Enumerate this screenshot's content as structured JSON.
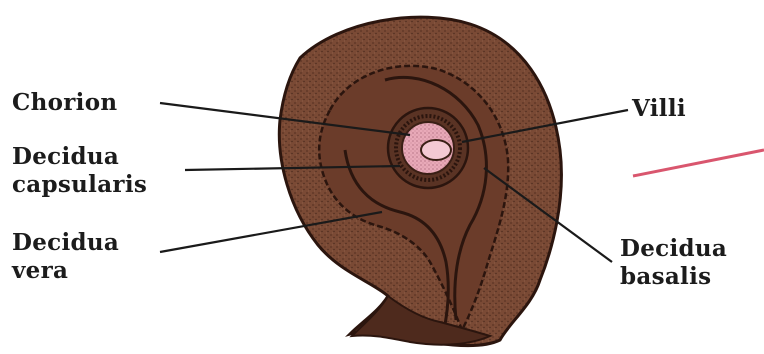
{
  "labels": {
    "chorion": "Chorion",
    "decidua_capsularis": [
      "Decidua",
      "capsularis"
    ],
    "decidua_vera": [
      "Decidua",
      "vera"
    ],
    "villi": "Villi",
    "decidua_basalis": [
      "Decidua",
      "basalis"
    ]
  },
  "colors": {
    "uterus_wall": "#7a4a35",
    "uterus_dark": "#3e2218",
    "chorionic_sac": "#e8a9b8",
    "accent_line": "#d9566e",
    "leader_lines": "#1a1a1a"
  }
}
